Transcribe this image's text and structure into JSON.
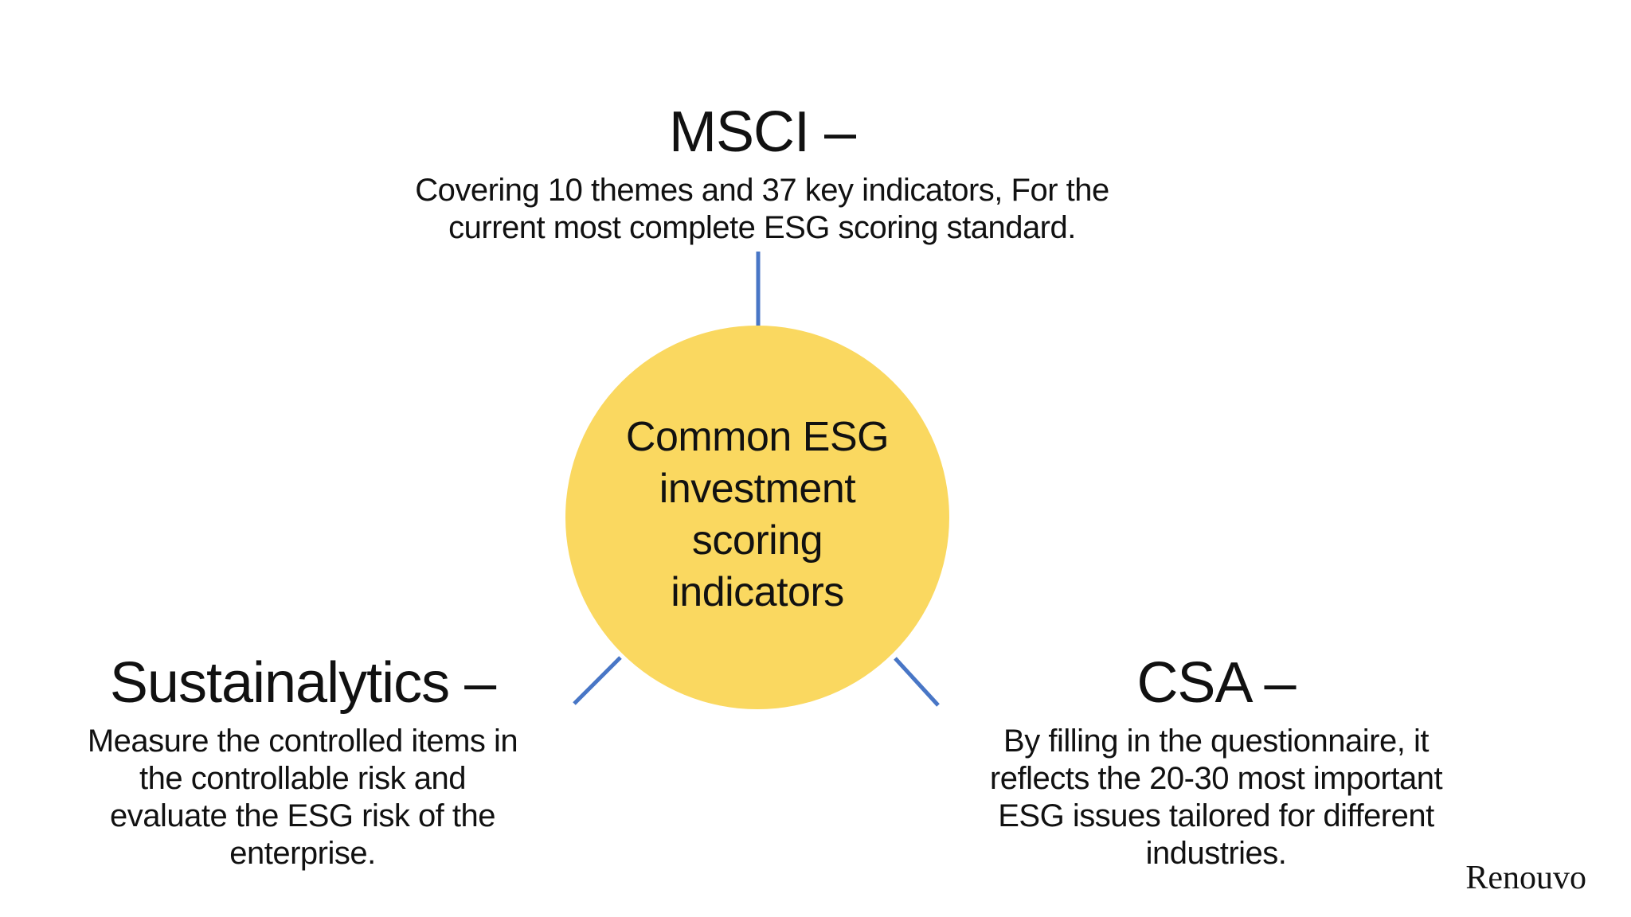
{
  "colors": {
    "circle_fill": "#FAD860",
    "connector_color": "#4876C6",
    "text_color": "#111111",
    "background": "#FFFFFF"
  },
  "center_node": {
    "text": "Common ESG\ninvestment\nscoring\nindicators"
  },
  "nodes": {
    "msci": {
      "title": "MSCI –",
      "description": "Covering 10 themes and 37 key indicators, For the\ncurrent most complete ESG scoring standard."
    },
    "sustainalytics": {
      "title": "Sustainalytics –",
      "description": "Measure the controlled items in\nthe controllable risk and\nevaluate the ESG risk of the\nenterprise."
    },
    "csa": {
      "title": "CSA –",
      "description": "By filling in the questionnaire, it\nreflects the 20-30 most important\nESG issues tailored for different\nindustries."
    }
  },
  "watermark": {
    "text": "Renouvo"
  }
}
